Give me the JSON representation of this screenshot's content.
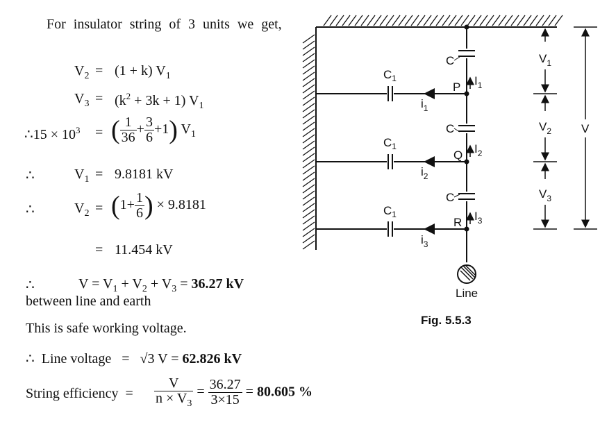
{
  "intro": "For insulator string of 3 units we get,",
  "eq1": {
    "lhs": "V",
    "lhs_sub": "2",
    "rhs_pre": "(1 + k) V",
    "rhs_sub": "1"
  },
  "eq2": {
    "lhs": "V",
    "lhs_sub": "3",
    "rhs_a": "(k",
    "rhs_sup": "2",
    "rhs_b": " + 3k + 1) V",
    "rhs_sub": "1"
  },
  "eq3": {
    "lhs": "∴15 × 10",
    "lhs_sup": "3",
    "f1_num": "1",
    "f1_den": "36",
    "plus1": "+",
    "f2_num": "3",
    "f2_den": "6",
    "tail": "+1",
    "v": "V",
    "v_sub": "1"
  },
  "eq4": {
    "therefore": "∴",
    "lhs": "V",
    "lhs_sub": "1",
    "rhs": "9.8181 kV"
  },
  "eq5": {
    "therefore": "∴",
    "lhs": "V",
    "lhs_sub": "2",
    "pre": "1+",
    "f_num": "1",
    "f_den": "6",
    "post": "× 9.8181"
  },
  "eq6": {
    "rhs": "11.454 kV"
  },
  "eq7": {
    "therefore": "∴",
    "lhs": "V",
    "rhs_a": "V",
    "s1": "1",
    "rhs_b": " + V",
    "s2": "2",
    "rhs_c": " + V",
    "s3": "3",
    "result": "36.27 kV"
  },
  "between": "between line and earth",
  "safe": "This is safe working voltage.",
  "line_voltage": {
    "therefore": "∴",
    "label": "Line voltage",
    "root": "√3",
    "v": "V =",
    "result": "62.826 kV"
  },
  "efficiency": {
    "label": "String efficiency",
    "f1_num": "V",
    "f1_den_a": "n × V",
    "f1_den_sub": "3",
    "f2_num": "36.27",
    "f2_den": "3×15",
    "result": "80.605 %"
  },
  "figure": {
    "caption": "Fig. 5.5.3",
    "line_label": "Line",
    "c": "C",
    "c1": "C",
    "c1_sub": "1",
    "nodes": [
      "P",
      "Q",
      "R"
    ],
    "i_label": "I",
    "i_subs": [
      "1",
      "2",
      "3"
    ],
    "lower_i": "i",
    "v_label": "V",
    "v_subs": [
      "1",
      "2",
      "3"
    ],
    "total_v": "V"
  }
}
